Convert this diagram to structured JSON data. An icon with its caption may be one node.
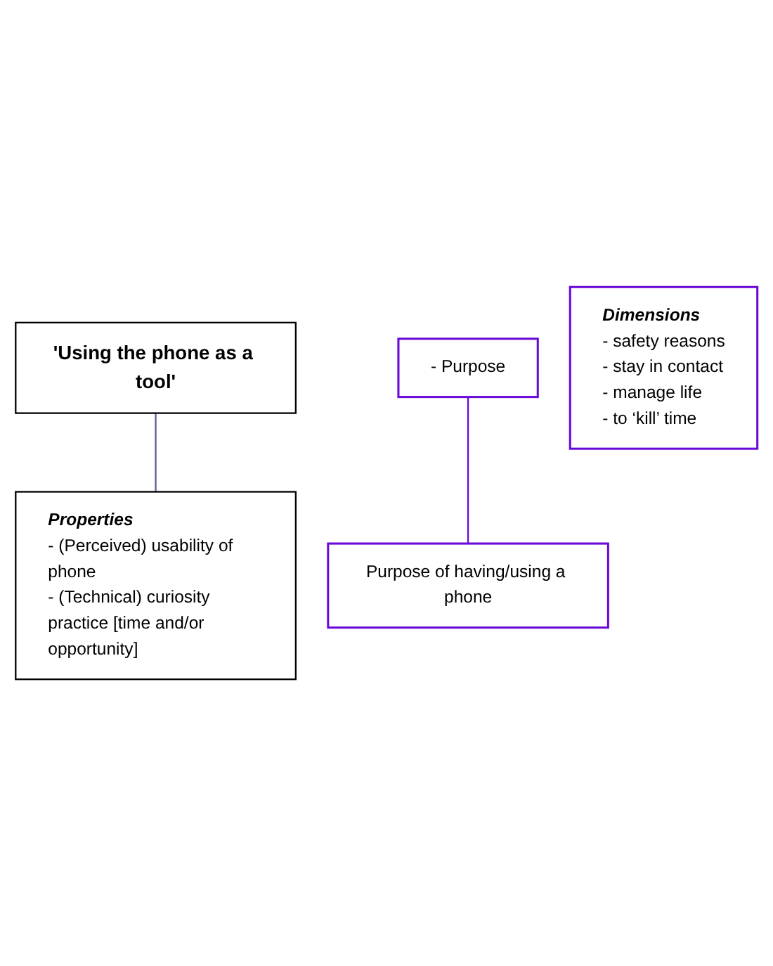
{
  "diagram": {
    "nodes": [
      {
        "text": [
          "'Using the phone as a tool'"
        ]
      },
      {
        "text": [
          "Properties",
          "- (Perceived) usability of phone",
          "- (Technical) curiosity practice [time and/or opportunity]"
        ]
      },
      {
        "text": [
          "- Purpose"
        ]
      },
      {
        "text": [
          "Purpose of having/using a phone"
        ]
      },
      {
        "text": [
          "Dimensions",
          "- safety reasons",
          "- stay in contact",
          "- manage life",
          "- to ‘kill’ time"
        ]
      }
    ],
    "edges": [
      {
        "from": 0,
        "to": 1,
        "arrow": "none",
        "color": "#5c5c9c"
      },
      {
        "from": 2,
        "to": 3,
        "arrow": "none",
        "color": "#6a0ad8"
      }
    ]
  }
}
